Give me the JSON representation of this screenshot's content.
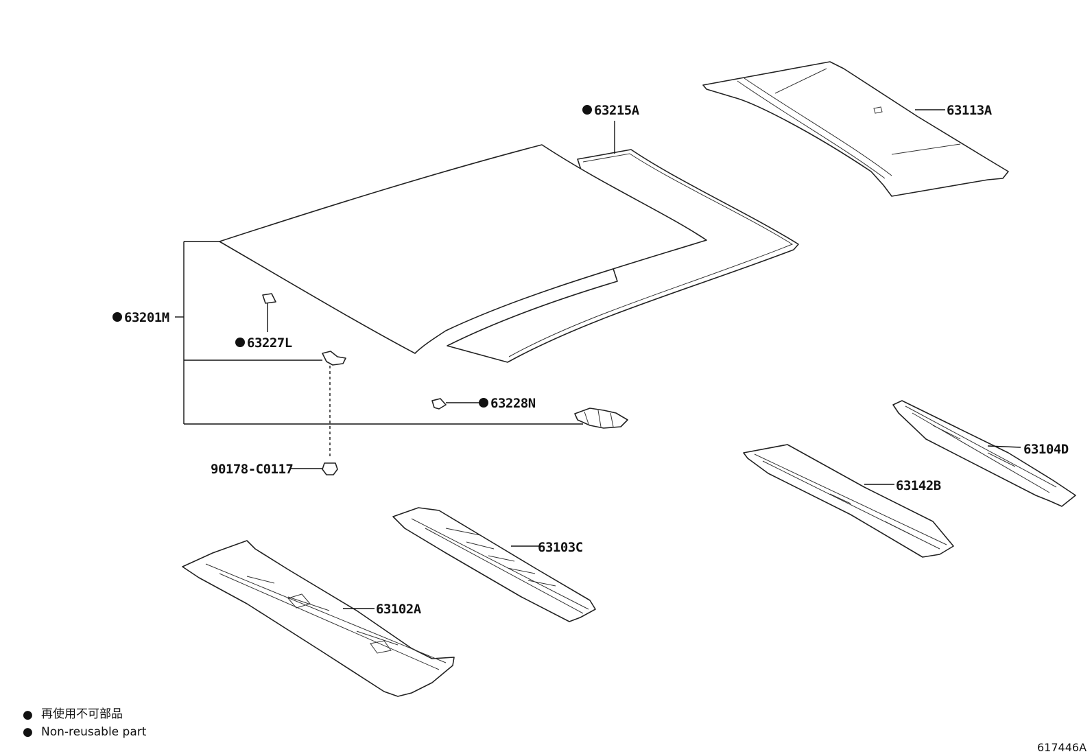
{
  "parts": {
    "p63215A": "63215A",
    "p63113A": "63113A",
    "p63201M": "63201M",
    "p63227L": "63227L",
    "p63228N": "63228N",
    "p90178": "90178-C0117",
    "p63104D": "63104D",
    "p63142B": "63142B",
    "p63103C": "63103C",
    "p63102A": "63102A"
  },
  "markers": {
    "non_reusable": "●"
  },
  "legend": {
    "jp": "再使用不可部品",
    "en": "Non-reusable part"
  },
  "ref_code": "617446A"
}
